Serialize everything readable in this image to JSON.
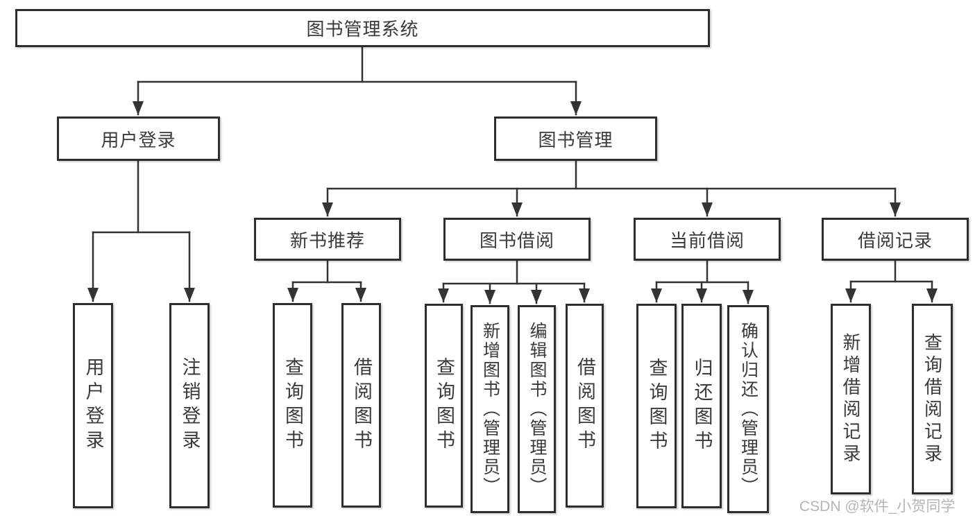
{
  "watermark": "CSDN @软件_小贺同学",
  "colors": {
    "line": "#333333",
    "box_border": "#2e2e2e",
    "text": "#3a3a3a",
    "background": "#ffffff",
    "watermark": "#b5b5b5"
  },
  "tree": {
    "label": "图书管理系统",
    "children": [
      {
        "label": "用户登录",
        "children": [
          {
            "label": "用户登录"
          },
          {
            "label": "注销登录"
          }
        ]
      },
      {
        "label": "图书管理",
        "children": [
          {
            "label": "新书推荐",
            "children": [
              {
                "label": "查询图书"
              },
              {
                "label": "借阅图书"
              }
            ]
          },
          {
            "label": "图书借阅",
            "children": [
              {
                "label": "查询图书"
              },
              {
                "label": "新增图书（管理员）"
              },
              {
                "label": "编辑图书（管理员）"
              },
              {
                "label": "借阅图书"
              }
            ]
          },
          {
            "label": "当前借阅",
            "children": [
              {
                "label": "查询图书"
              },
              {
                "label": "归还图书"
              },
              {
                "label": "确认归还（管理员）"
              }
            ]
          },
          {
            "label": "借阅记录",
            "children": [
              {
                "label": "新增借阅记录"
              },
              {
                "label": "查询借阅记录"
              }
            ]
          }
        ]
      }
    ]
  }
}
